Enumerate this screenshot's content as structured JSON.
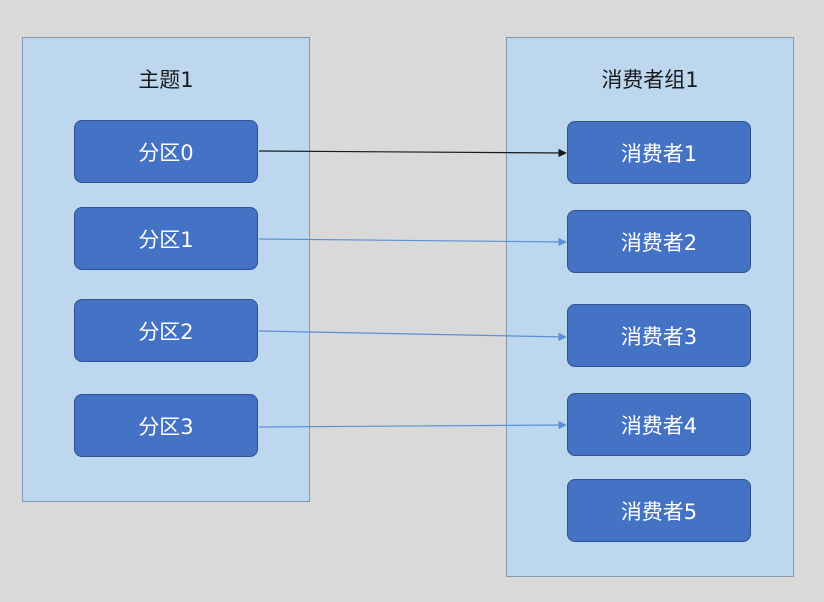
{
  "topic": {
    "title": "主题1",
    "partitions": [
      "分区0",
      "分区1",
      "分区2",
      "分区3"
    ]
  },
  "consumer_group": {
    "title": "消费者组1",
    "consumers": [
      "消费者1",
      "消费者2",
      "消费者3",
      "消费者4",
      "消费者5"
    ]
  },
  "assignments": [
    {
      "from": "分区0",
      "to": "消费者1"
    },
    {
      "from": "分区1",
      "to": "消费者2"
    },
    {
      "from": "分区2",
      "to": "消费者3"
    },
    {
      "from": "分区3",
      "to": "消费者4"
    }
  ],
  "colors": {
    "background": "#d9d9d9",
    "panel_fill": "#bdd7ee",
    "node_fill": "#4472c4",
    "first_arrow": "#1a1a1a",
    "other_arrows": "#5b8fd6"
  }
}
